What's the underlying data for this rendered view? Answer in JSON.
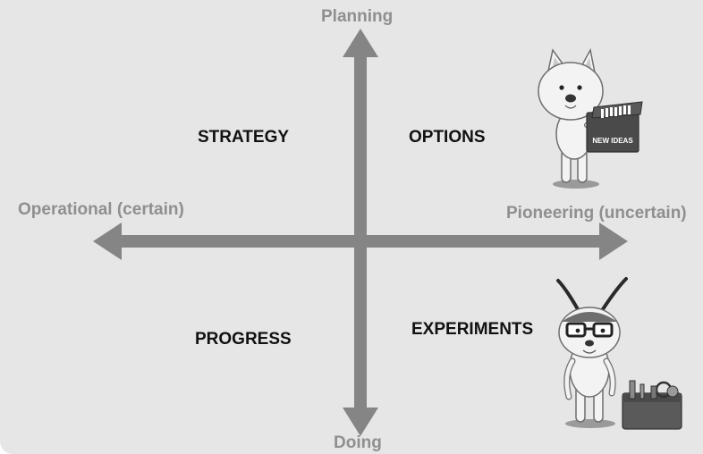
{
  "axes": {
    "top_label": "Planning",
    "bottom_label": "Doing",
    "left_label": "Operational (certain)",
    "right_label": "Pioneering (uncertain)"
  },
  "quadrants": {
    "top_left": "STRATEGY",
    "top_right": "OPTIONS",
    "bottom_left": "PROGRESS",
    "bottom_right": "EXPERIMENTS"
  },
  "illustrations": {
    "cat_box_text": "NEW IDEAS"
  },
  "colors": {
    "background": "#e6e6e6",
    "arrow": "#858585",
    "axis_label": "#8f8f8f",
    "quadrant_label": "#111111"
  }
}
